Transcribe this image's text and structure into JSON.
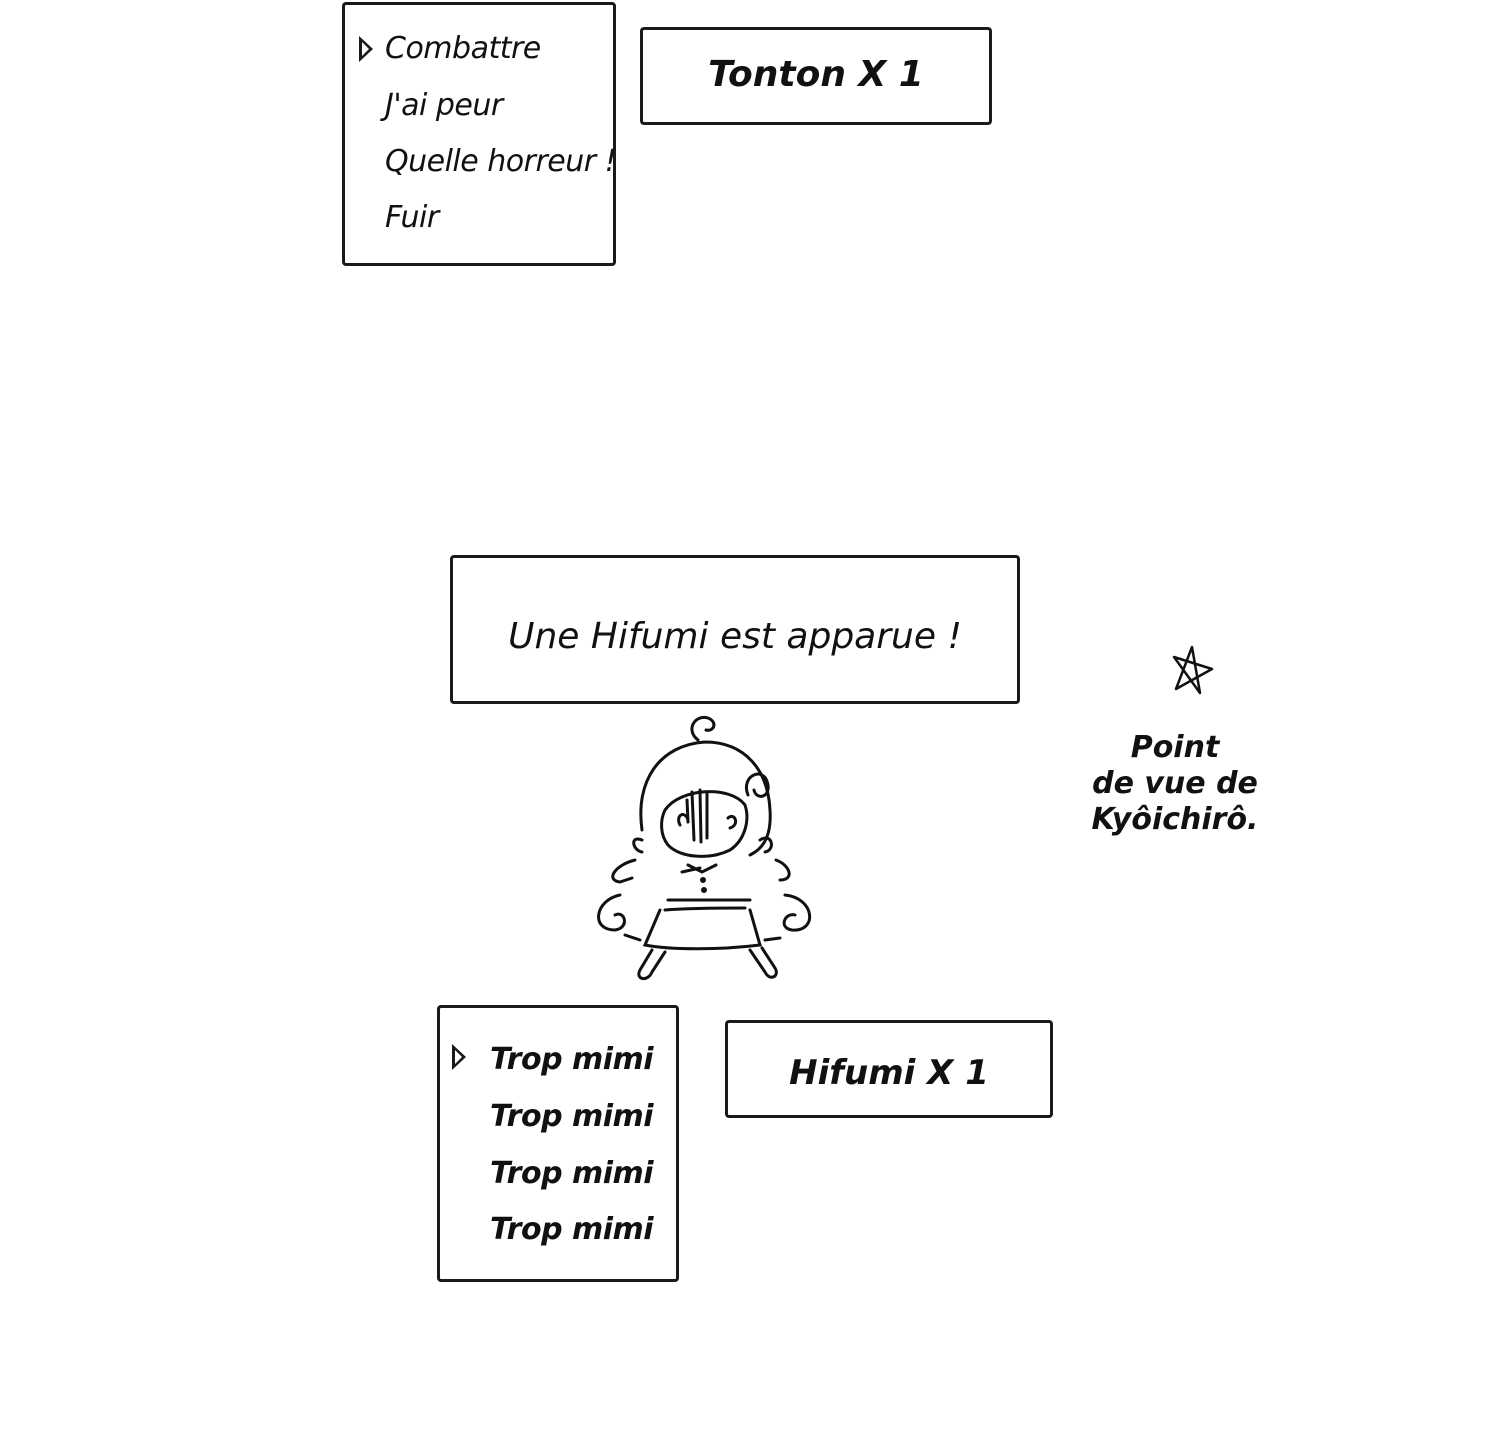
{
  "panel1": {
    "menu": {
      "items": [
        "Combattre",
        "J'ai peur",
        "Quelle horreur !",
        "Fuir"
      ],
      "selected_index": 0
    },
    "enemy_box": {
      "label": "Tonton X 1"
    }
  },
  "panel2": {
    "message": "Une Hifumi est apparue !",
    "menu": {
      "items": [
        "Trop mimi",
        "Trop mimi",
        "Trop mimi",
        "Trop mimi"
      ],
      "selected_index": 0
    },
    "enemy_box": {
      "label": "Hifumi X 1"
    },
    "side_note": {
      "lines": [
        "Point",
        "de vue de",
        "Kyôichirô."
      ],
      "icon": "star-icon"
    }
  }
}
